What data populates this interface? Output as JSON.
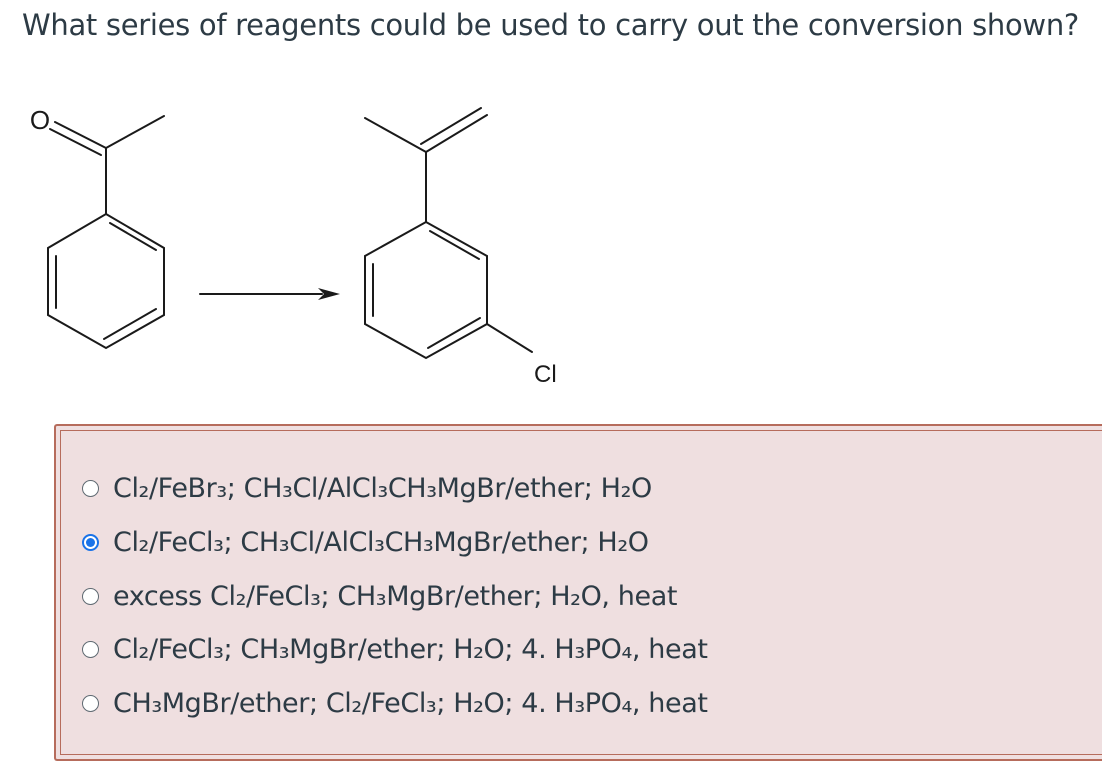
{
  "question": {
    "text": "What series of reagents could be used to carry out the conversion shown?"
  },
  "scheme": {
    "reactant_oxygen_label": "O",
    "product_substituent_label": "Cl"
  },
  "answers": {
    "options": [
      {
        "label": "Cl₂/FeBr₃; CH₃Cl/AlCl₃CH₃MgBr/ether; H₂O",
        "selected": false
      },
      {
        "label": "Cl₂/FeCl₃; CH₃Cl/AlCl₃CH₃MgBr/ether; H₂O",
        "selected": true
      },
      {
        "label": "excess Cl₂/FeCl₃; CH₃MgBr/ether; H₂O, heat",
        "selected": false
      },
      {
        "label": "Cl₂/FeCl₃; CH₃MgBr/ether; H₂O; 4. H₃PO₄, heat",
        "selected": false
      },
      {
        "label": "CH₃MgBr/ether; Cl₂/FeCl₃; H₂O; 4. H₃PO₄, heat",
        "selected": false
      }
    ]
  },
  "colors": {
    "panel_background": "#efdfe0",
    "panel_border": "#b66c5c",
    "radio_selected": "#1a73e8"
  }
}
